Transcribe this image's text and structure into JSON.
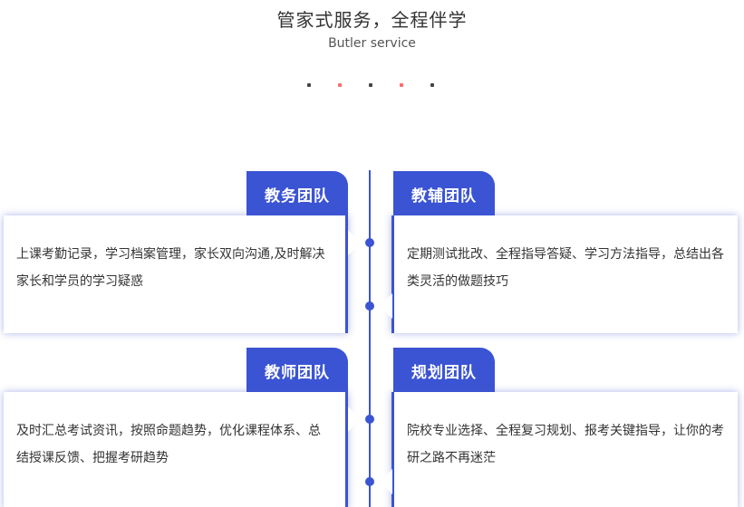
{
  "header": {
    "title": "管家式服务，全程伴学",
    "subtitle": "Butler service"
  },
  "colors": {
    "accent": "#3b54d3",
    "dot_dark": "#444444",
    "dot_red": "#ff6b6b"
  },
  "teams": [
    {
      "name": "教务团队",
      "desc": "上课考勤记录，学习档案管理，家长双向沟通,及时解决家长和学员的学习疑惑"
    },
    {
      "name": "教辅团队",
      "desc": "定期测试批改、全程指导答疑、学习方法指导，总结出各类灵活的做题技巧"
    },
    {
      "name": "教师团队",
      "desc": "及时汇总考试资讯，按照命题趋势，优化课程体系、总结授课反馈、把握考研趋势"
    },
    {
      "name": "规划团队",
      "desc": "院校专业选择、全程复习规划、报考关键指导，让你的考研之路不再迷茫"
    }
  ]
}
